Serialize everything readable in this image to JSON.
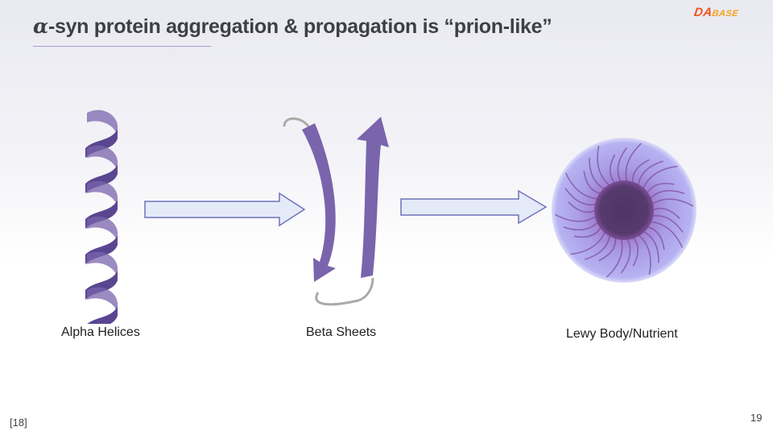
{
  "slide": {
    "title_symbol": "α",
    "title_text": "-syn protein aggregation & propagation is “prion-like”",
    "logo_text": "DABASE",
    "figure": {
      "labels": [
        "Alpha Helices",
        "Beta Sheets",
        "Lewy Body/Nutrient"
      ]
    },
    "reference": "[18]",
    "page_number": "19"
  },
  "colors": {
    "protein": "#7a64ac",
    "protein_dark": "#5a4690",
    "arrow_fill": "#e4eaf8",
    "arrow_stroke": "#6e72b8",
    "body_core": "#4e3565"
  }
}
